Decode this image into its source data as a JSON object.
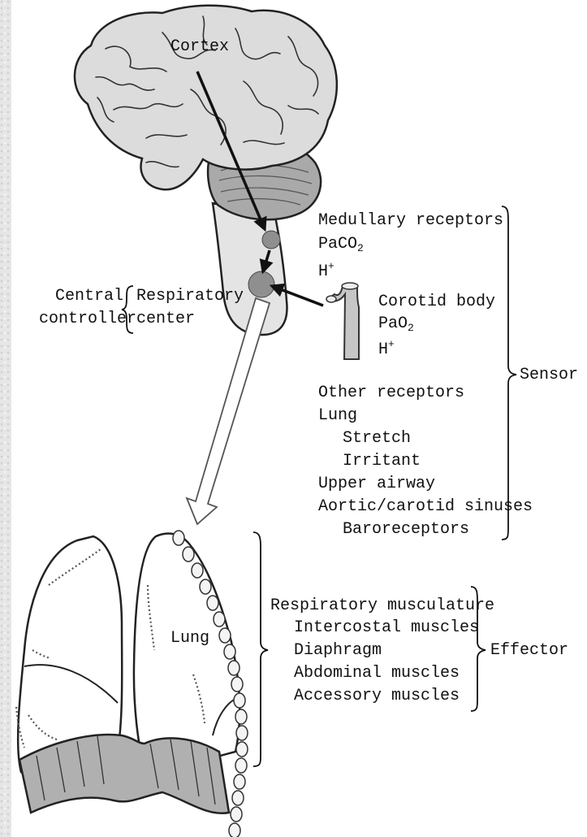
{
  "labels": {
    "cortex": "Cortex",
    "medullary_receptors": "Medullary receptors",
    "paco2_base": "PaCO",
    "paco2_sub": "2",
    "h_base": "H",
    "h_sup": "+",
    "central": "Central",
    "controller": "controller",
    "respiratory": "Respiratory",
    "center": "center",
    "corotid_body": "Corotid body",
    "pao2_base": "PaO",
    "pao2_sub": "2",
    "sensor": "Sensor",
    "other_receptors": "Other receptors",
    "lung_group": "Lung",
    "stretch": "Stretch",
    "irritant": "Irritant",
    "upper_airway": "Upper airway",
    "aortic_carotid": "Aortic/carotid sinuses",
    "baroreceptors": "Baroreceptors",
    "lung": "Lung",
    "resp_musculature": "Respiratory musculature",
    "intercostal": "Intercostal muscles",
    "diaphragm": "Diaphragm",
    "abdominal": "Abdominal muscles",
    "accessory": "Accessory muscles",
    "effector": "Effector"
  },
  "colors": {
    "brain_fill": "#dcdcdc",
    "cerebellum_fill": "#a9a9a9",
    "node_fill": "#8f8f8f",
    "arrow": "#111111",
    "line": "#222222"
  }
}
